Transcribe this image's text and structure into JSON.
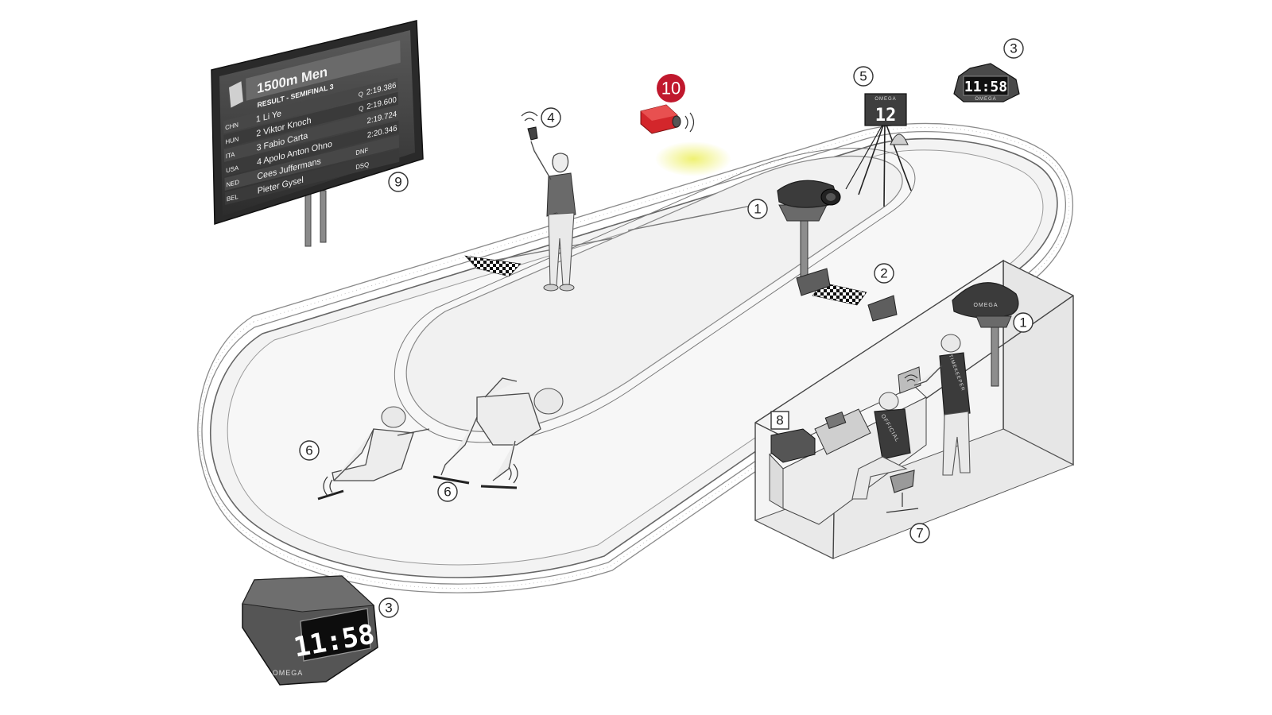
{
  "scoreboard": {
    "title": "1500m Men",
    "subtitle": "RESULT - SEMIFINAL 3",
    "rows": [
      {
        "country": "CHN",
        "name": "1 Li Ye",
        "badge": "Q",
        "time": "2:19.386"
      },
      {
        "country": "HUN",
        "name": "2 Viktor Knoch",
        "badge": "Q",
        "time": "2:19.600"
      },
      {
        "country": "ITA",
        "name": "3 Fabio Carta",
        "badge": "",
        "time": "2:19.724"
      },
      {
        "country": "USA",
        "name": "4 Apolo Anton Ohno",
        "badge": "",
        "time": "2:20.346"
      },
      {
        "country": "NED",
        "name": "Cees Juffermans",
        "badge": "DNF",
        "time": ""
      },
      {
        "country": "BEL",
        "name": "Pieter Gysel",
        "badge": "DSQ",
        "time": ""
      }
    ]
  },
  "lap_counter_value": "12",
  "clock_time": "11:58",
  "brand_name": "OMEGA",
  "booth_label_official": "OFFICIAL",
  "booth_label_timekeeper": "TIMEKEEPER",
  "callouts": {
    "c1": "1",
    "c2": "2",
    "c3": "3",
    "c4": "4",
    "c5": "5",
    "c6": "6",
    "c7": "7",
    "c8": "8",
    "c9": "9",
    "c10": "10"
  },
  "colors": {
    "highlight_red": "#c0182d",
    "device_red": "#d3262b",
    "beam_yellow": "#eef06b",
    "line_gray": "#333333"
  }
}
